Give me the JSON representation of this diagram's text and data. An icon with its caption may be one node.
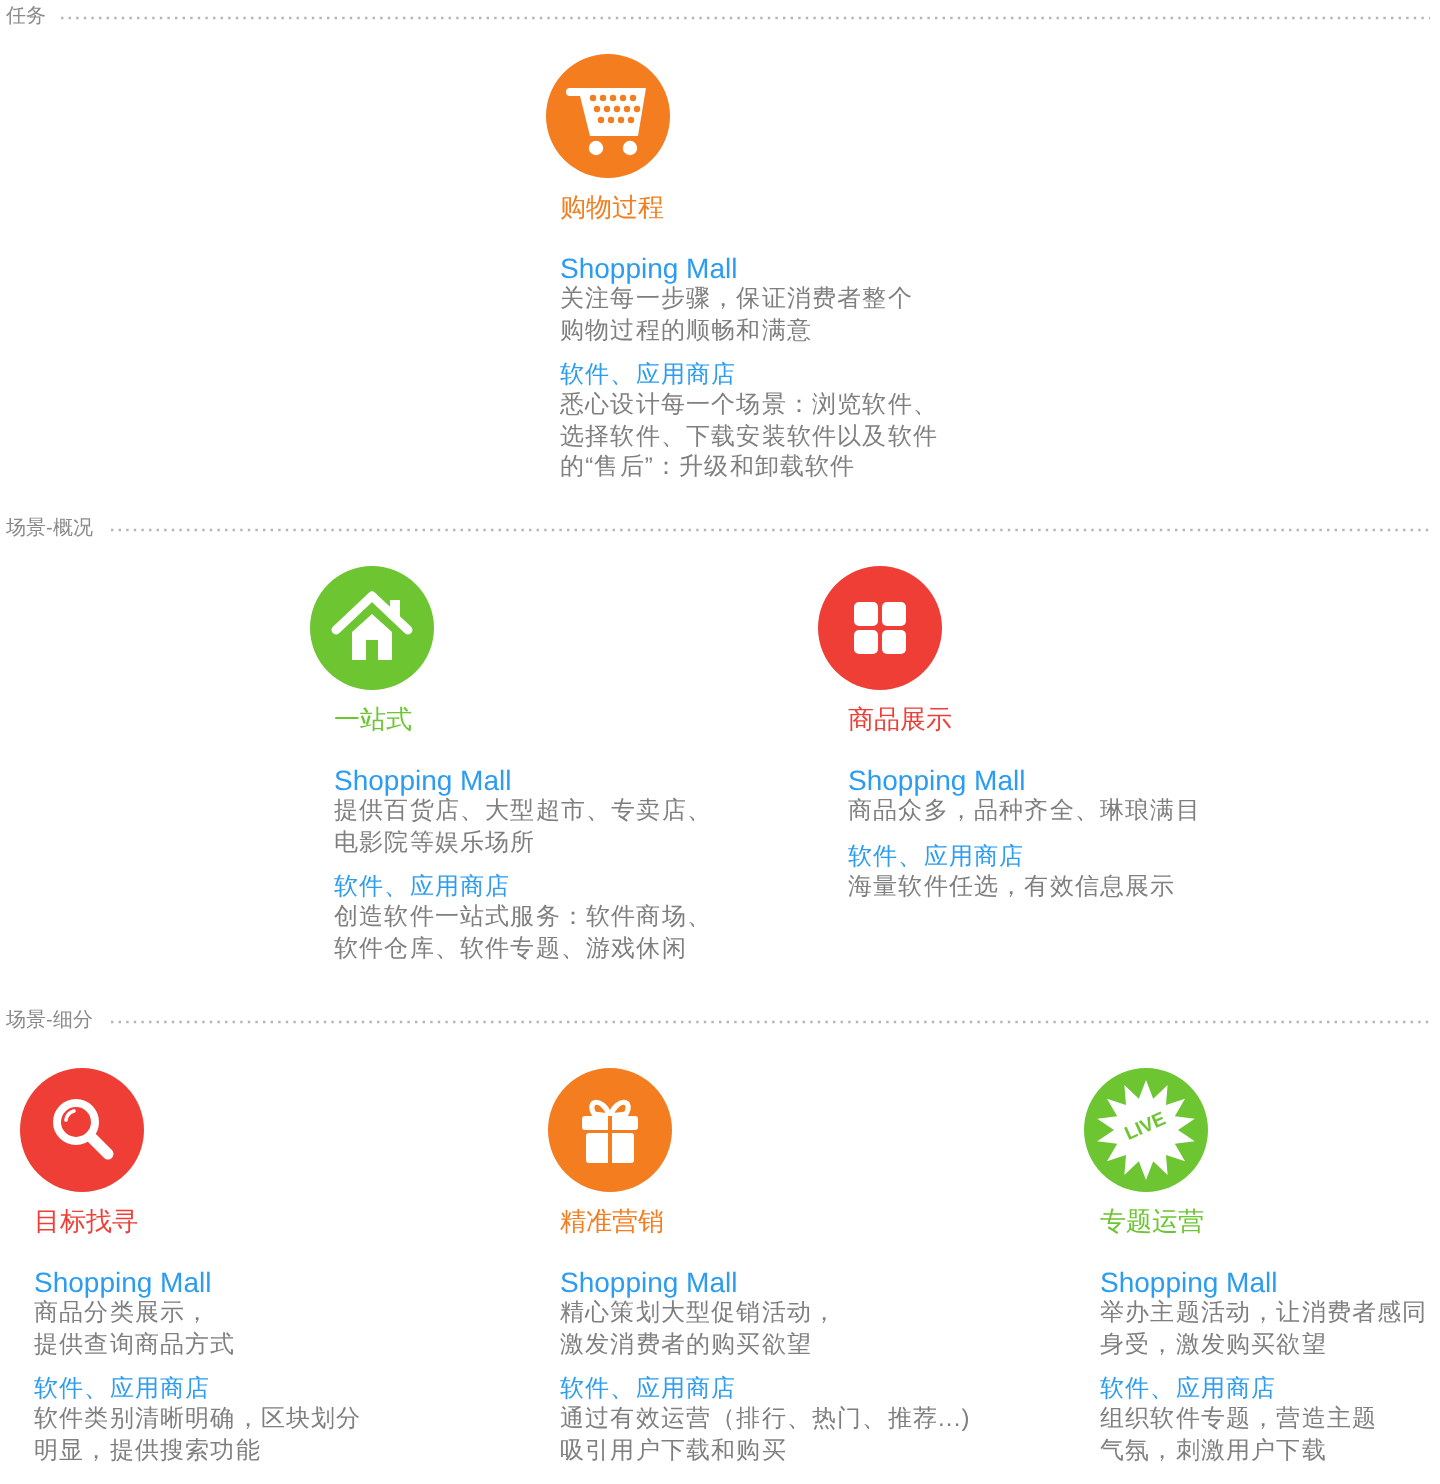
{
  "diagram": {
    "nodes": [
      {
        "text": [
          "购物过程"
        ],
        "beside": [
          "Shopping Mall",
          "关注每一步骤，保证消费者整个购物过程的顺畅和满意",
          "软件、应用商店",
          "悉心设计每一个场景：浏览软件、选择软件、下载安装软件以及软件的“售后”：升级和卸载软件"
        ]
      },
      {
        "text": [
          "一站式"
        ],
        "beside": [
          "Shopping Mall",
          "提供百货店、大型超市、专卖店、电影院等娱乐场所",
          "软件、应用商店",
          "创造软件一站式服务：软件商场、软件仓库、软件专题、游戏休闲"
        ]
      },
      {
        "text": [
          "商品展示"
        ],
        "beside": [
          "Shopping Mall",
          "商品众多，品种齐全、琳琅满目",
          "软件、应用商店",
          "海量软件任选，有效信息展示"
        ]
      },
      {
        "text": [
          "目标找寻"
        ],
        "beside": [
          "Shopping Mall",
          "商品分类展示，提供查询商品方式",
          "软件、应用商店",
          "软件类别清晰明确，区块划分明显，提供搜索功能"
        ]
      },
      {
        "text": [
          "精准营销"
        ],
        "beside": [
          "Shopping Mall",
          "精心策划大型促销活动，激发消费者的购买欲望",
          "软件、应用商店",
          "通过有效运营（排行、热门、推荐...)吸引用户下载和购买"
        ]
      },
      {
        "text": [
          "专题运营"
        ],
        "beside": [
          "Shopping Mall",
          "举办主题活动，让消费者感同身受，激发购买欲望",
          "软件、应用商店",
          "组织软件专题，营造主题气氛，刺激用户下载"
        ]
      }
    ],
    "labels": [
      "任务",
      "场景-概况",
      "场景-细分",
      "LIVE"
    ]
  }
}
